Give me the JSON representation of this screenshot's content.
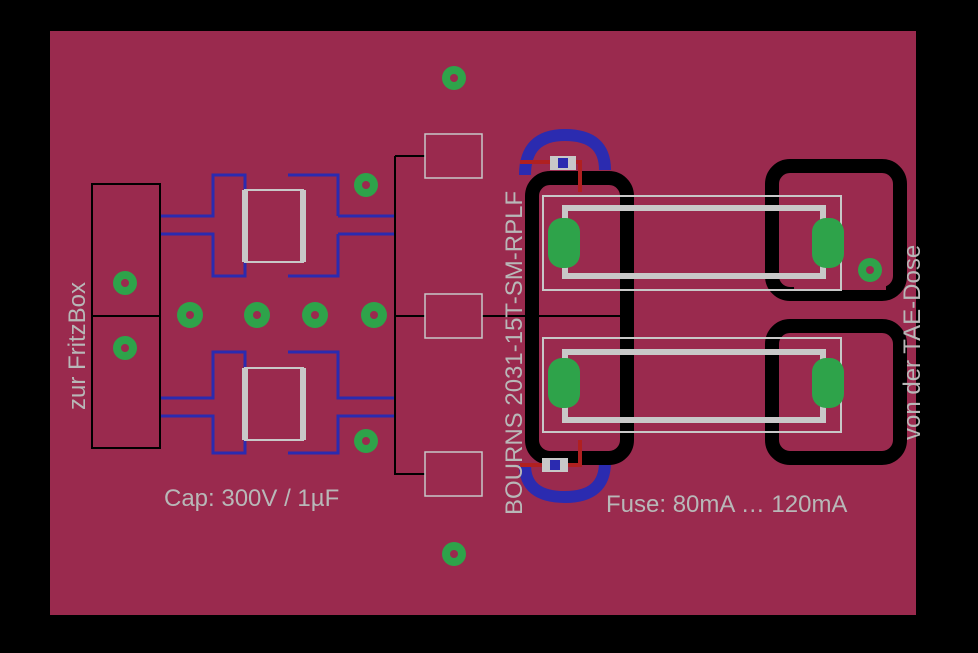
{
  "colors": {
    "background": "#000000",
    "board": "#9a2a4e",
    "silk": "#c8c8c8",
    "via": "#2ea34a",
    "bottom_copper": "#2b2bb0",
    "top_copper": "#b02020",
    "pad_black": "#000000"
  },
  "labels": {
    "fritzbox": "zur FritzBox",
    "tae": "von der TAE-Dose",
    "cap": "Cap: 300V / 1µF",
    "fuse": "Fuse: 80mA … 120mA",
    "part": "BOURNS 2031-15T-SM-RPLF"
  }
}
